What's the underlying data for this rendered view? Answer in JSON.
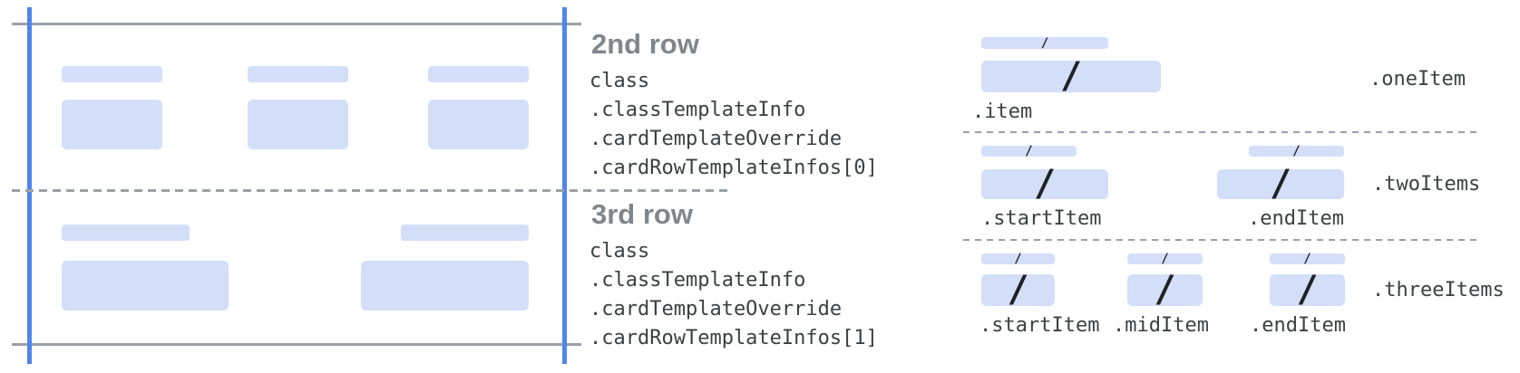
{
  "glyphs": {
    "slash": "/"
  },
  "middle": {
    "sections": [
      {
        "heading": "2nd row",
        "lines": [
          "class",
          ".classTemplateInfo",
          ".cardTemplateOverride",
          ".cardRowTemplateInfos[0]"
        ]
      },
      {
        "heading": "3rd row",
        "lines": [
          "class",
          ".classTemplateInfo",
          ".cardTemplateOverride",
          ".cardRowTemplateInfos[1]"
        ]
      }
    ]
  },
  "right": {
    "sections": [
      {
        "layout_label": ".oneItem",
        "item_labels": [
          ".item"
        ]
      },
      {
        "layout_label": ".twoItems",
        "item_labels": [
          ".startItem",
          ".endItem"
        ]
      },
      {
        "layout_label": ".threeItems",
        "item_labels": [
          ".startItem",
          ".midItem",
          ".endItem"
        ]
      }
    ]
  },
  "colors": {
    "accent_blue_line": "#4f85ee",
    "bar_blue": "#d3def8",
    "line_gray": "#9aa0a6",
    "heading_gray": "#80868b",
    "code_text": "#3c4043",
    "slash_dark": "#202124"
  }
}
